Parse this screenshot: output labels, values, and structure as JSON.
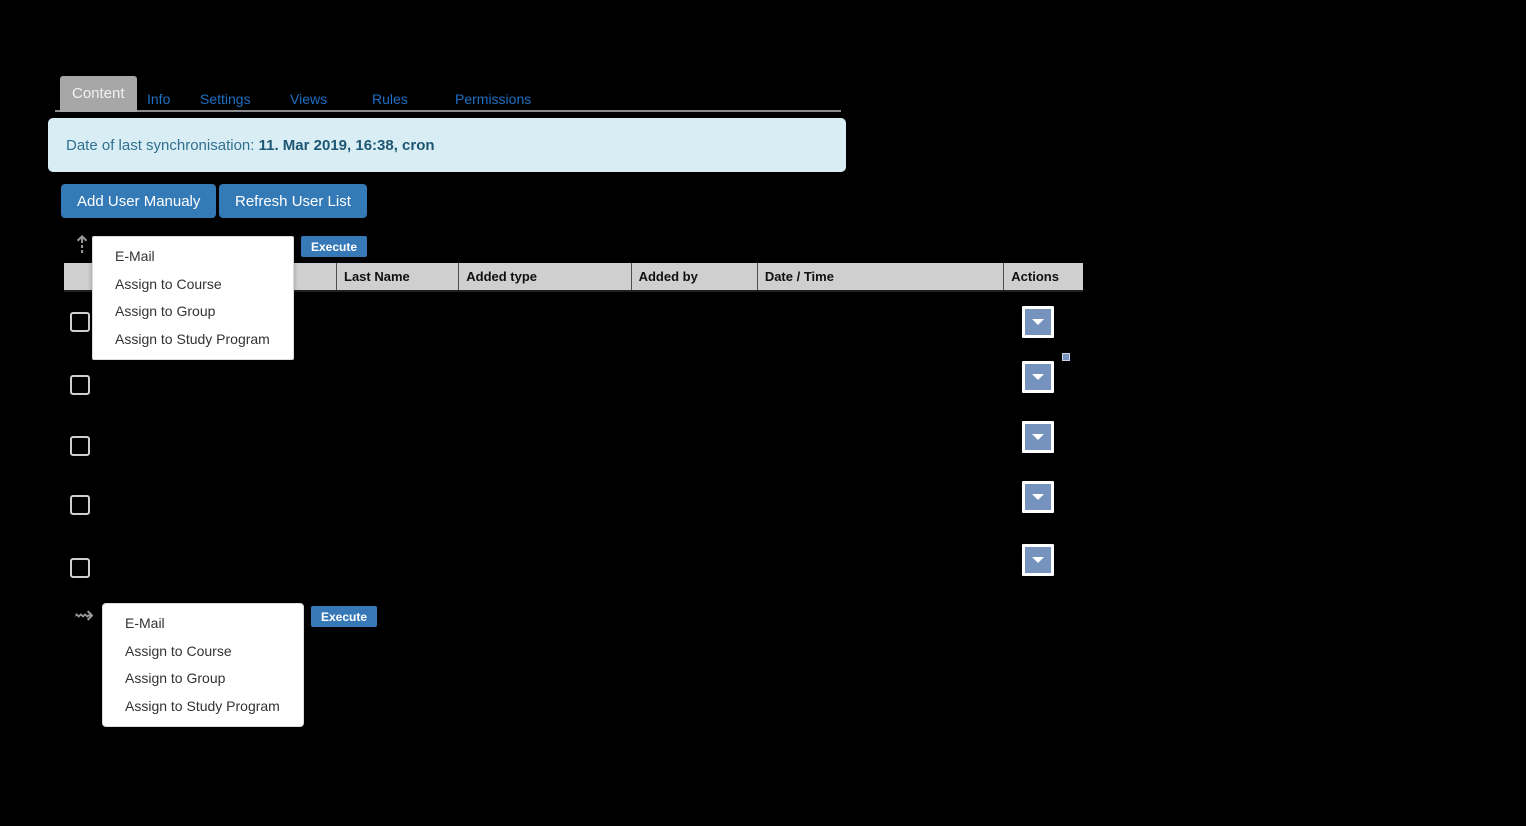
{
  "tabs": [
    {
      "label": "Content",
      "active": true
    },
    {
      "label": "Info",
      "active": false
    },
    {
      "label": "Settings",
      "active": false
    },
    {
      "label": "Views",
      "active": false
    },
    {
      "label": "Rules",
      "active": false
    },
    {
      "label": "Permissions",
      "active": false
    }
  ],
  "info_bar": {
    "label": "Date of last synchronisation:",
    "value": "11. Mar 2019, 16:38, cron"
  },
  "toolbar": {
    "add_user_label": "Add User Manualy",
    "refresh_label": "Refresh User List"
  },
  "bulk_actions": {
    "execute_label": "Execute",
    "arrow_top_icon": "arrow-up-right",
    "arrow_bottom_icon": "arrow-down-right",
    "menu_items": [
      "E-Mail",
      "Assign to Course",
      "Assign to Group",
      "Assign to Study Program"
    ]
  },
  "table": {
    "headers": [
      {
        "key": "select",
        "label": ""
      },
      {
        "key": "avatar",
        "label": ""
      },
      {
        "key": "username",
        "label": ""
      },
      {
        "key": "firstname",
        "label": ""
      },
      {
        "key": "lastname",
        "label": "Last Name"
      },
      {
        "key": "addedtype",
        "label": "Added type"
      },
      {
        "key": "addedby",
        "label": "Added by"
      },
      {
        "key": "datetime",
        "label": "Date / Time"
      },
      {
        "key": "actions",
        "label": "Actions"
      }
    ],
    "rows": [
      {
        "select": "",
        "avatar": "",
        "username": "",
        "firstname": "",
        "lastname": "",
        "addedtype": "",
        "addedby": "",
        "datetime": "",
        "actions": ""
      },
      {
        "select": "",
        "avatar": "",
        "username": "",
        "firstname": "",
        "lastname": "",
        "addedtype": "",
        "addedby": "",
        "datetime": "",
        "actions": ""
      },
      {
        "select": "",
        "avatar": "",
        "username": "",
        "firstname": "",
        "lastname": "",
        "addedtype": "",
        "addedby": "",
        "datetime": "",
        "actions": ""
      },
      {
        "select": "",
        "avatar": "",
        "username": "",
        "firstname": "",
        "lastname": "",
        "addedtype": "",
        "addedby": "",
        "datetime": "",
        "actions": ""
      },
      {
        "select": "",
        "avatar": "",
        "username": "",
        "firstname": "",
        "lastname": "",
        "addedtype": "",
        "addedby": "",
        "datetime": "",
        "actions": ""
      }
    ],
    "row_action_icon": "chevron-down-icon"
  },
  "colors": {
    "page_background": "#000000",
    "tab_active_bg": "#a7a7a7",
    "tab_link": "#1f6fc4",
    "info_bar_bg": "#d9edf4",
    "info_bar_text": "#31708f",
    "primary_button": "#337ab7",
    "execute_button": "#3778b6",
    "table_header_bg": "#cfcfcf",
    "action_button": "#7593bd"
  }
}
